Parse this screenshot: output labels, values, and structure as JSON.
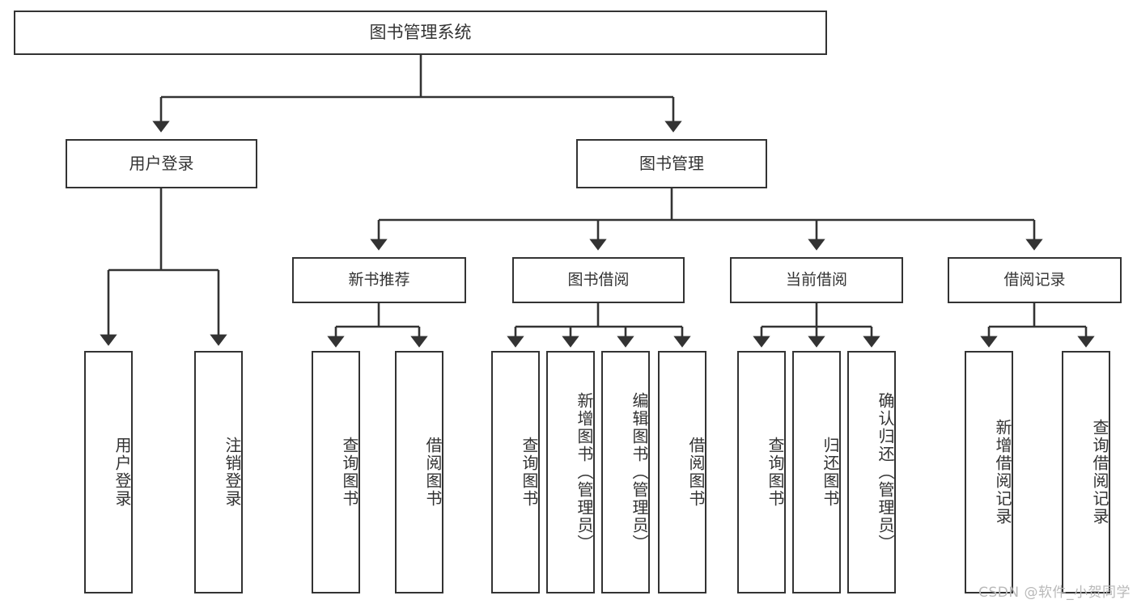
{
  "diagram": {
    "title": "图书管理系统",
    "type": "tree-hierarchy",
    "root": {
      "label": "图书管理系统"
    },
    "level1": [
      {
        "label": "用户登录"
      },
      {
        "label": "图书管理"
      }
    ],
    "level2": [
      {
        "label": "新书推荐"
      },
      {
        "label": "图书借阅"
      },
      {
        "label": "当前借阅"
      },
      {
        "label": "借阅记录"
      }
    ],
    "leaves": {
      "user_login": [
        {
          "label": "用户登录"
        },
        {
          "label": "注销登录"
        }
      ],
      "new_book_recommend": [
        {
          "label": "查询图书"
        },
        {
          "label": "借阅图书"
        }
      ],
      "book_borrow": [
        {
          "label": "查询图书"
        },
        {
          "label": "新增图书（管理员）"
        },
        {
          "label": "编辑图书（管理员）"
        },
        {
          "label": "借阅图书"
        }
      ],
      "current_borrow": [
        {
          "label": "查询图书"
        },
        {
          "label": "归还图书"
        },
        {
          "label": "确认归还（管理员）"
        }
      ],
      "borrow_record": [
        {
          "label": "新增借阅记录"
        },
        {
          "label": "查询借阅记录"
        }
      ]
    }
  },
  "watermark": {
    "text": "CSDN @软件_小贺同学"
  },
  "colors": {
    "stroke": "#333333",
    "background": "#ffffff",
    "text": "#333333",
    "watermark": "#b9b9b9"
  }
}
